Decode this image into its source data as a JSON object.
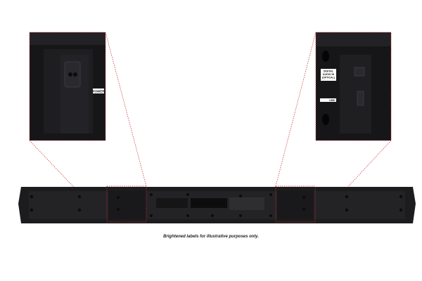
{
  "insets": {
    "left": {
      "port_label": "POWER"
    },
    "right": {
      "port_label_1": "DIGITAL",
      "port_label_2": "AUDIO IN",
      "port_label_3": "(OPTICAL)",
      "port_label_4": "USB"
    }
  },
  "caption": "Brightened labels for illustrative purposes only.",
  "colors": {
    "body": "#1c1c1e",
    "callout": "#c0282d",
    "background": "#ffffff"
  }
}
